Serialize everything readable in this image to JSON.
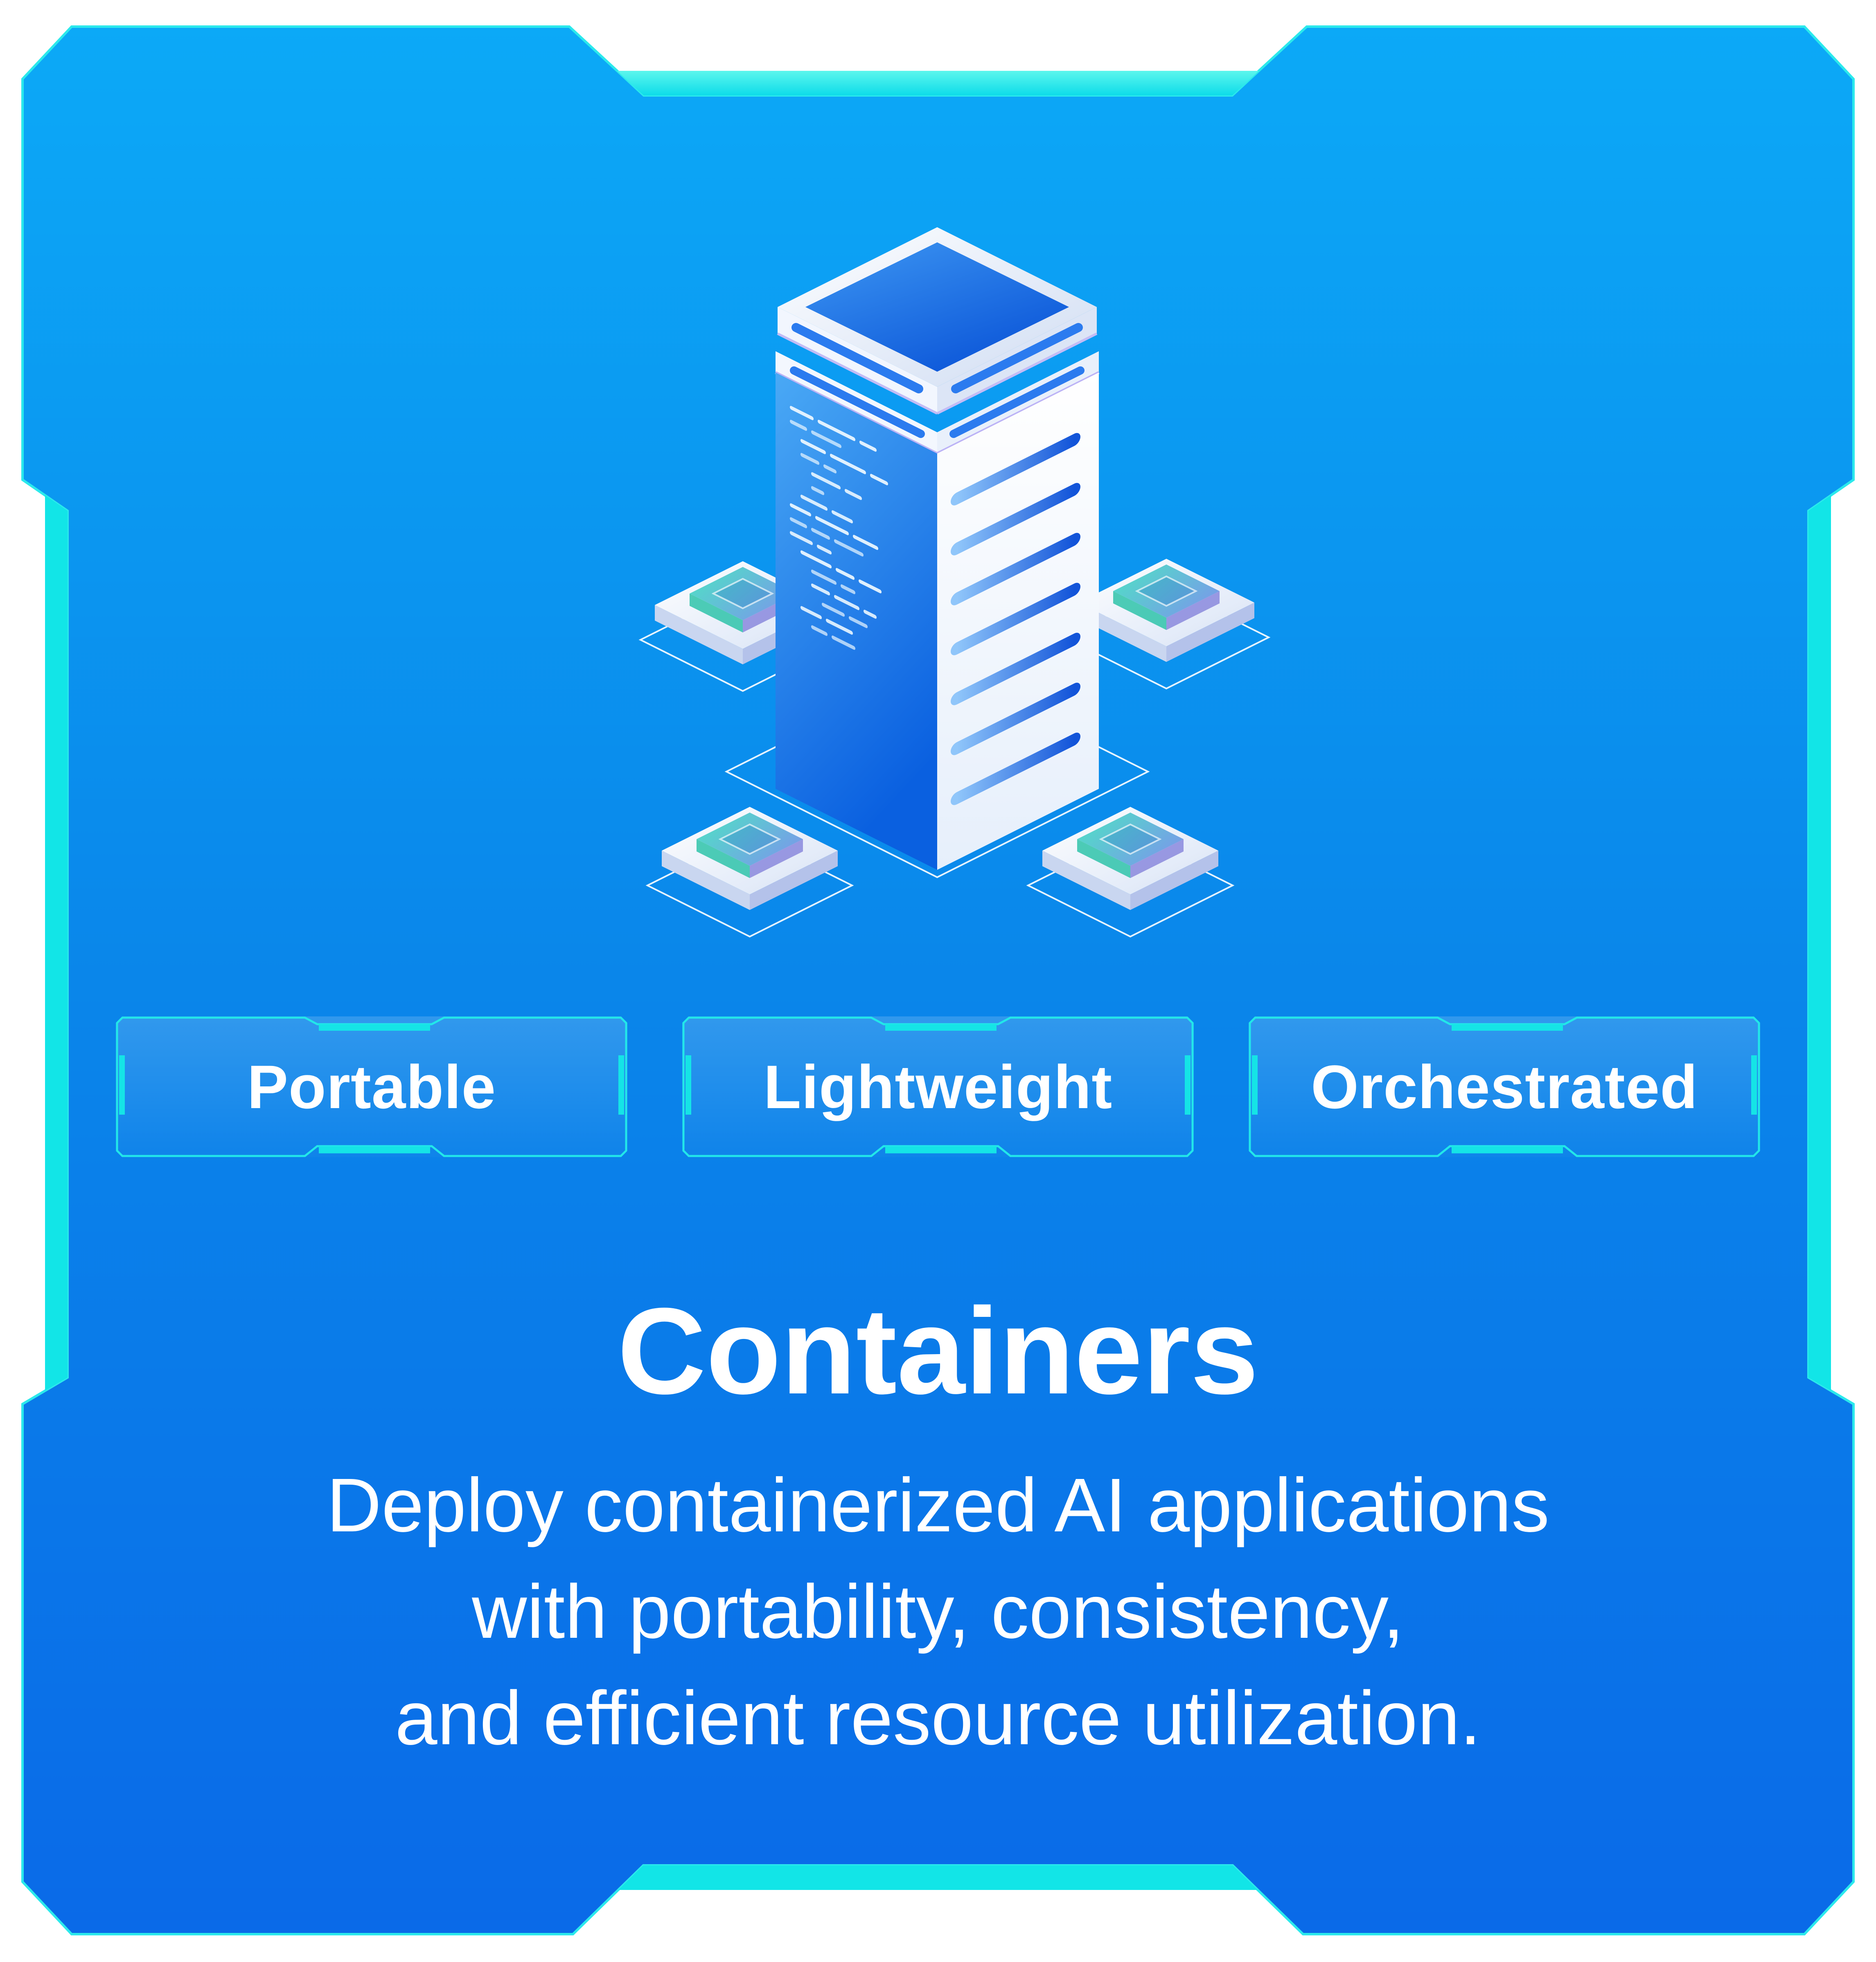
{
  "card": {
    "title": "Containers",
    "description_lines": [
      "Deploy containerized AI applications",
      "with portability, consistency,",
      "and efficient resource utilization."
    ],
    "badges": [
      {
        "label": "Portable"
      },
      {
        "label": "Lightweight"
      },
      {
        "label": "Orchestrated"
      }
    ],
    "illustration": {
      "name": "isometric-container-server",
      "elements": [
        "server-tower",
        "code-panel",
        "data-stripes",
        "chip-nodes",
        "wireframe-diamonds"
      ]
    },
    "colors": {
      "accent_cyan": "#14E5E7",
      "outline_cyan": "#2BE9EC",
      "card_blue_top": "#0CA9F7",
      "card_blue_mid": "#0A86EA",
      "card_blue_bottom": "#0A6AE8",
      "text": "#FFFFFF"
    }
  }
}
